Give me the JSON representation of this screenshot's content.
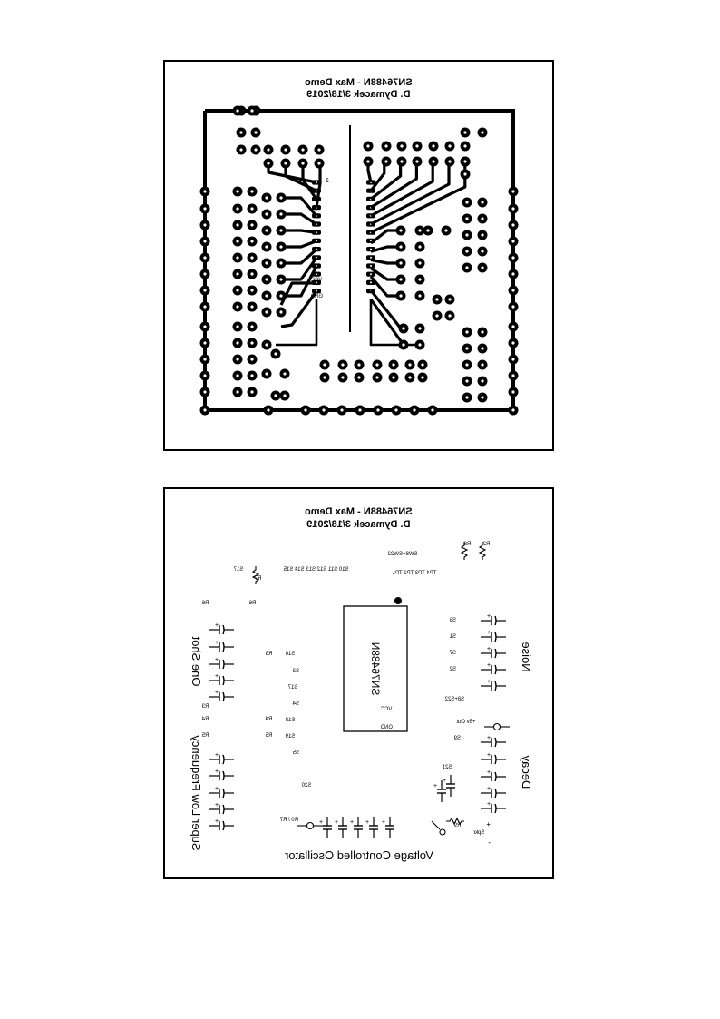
{
  "copper": {
    "title_line1": "SN76488N - Max Demo",
    "title_line2": "D. Dymacek 3/18/2019",
    "pin1_marker": "1",
    "vcc_label": "VCC",
    "gnd_label": "GND"
  },
  "silk": {
    "title_line1": "SN76488N - Max Demo",
    "title_line2": "D. Dymacek 3/18/2019",
    "chip_label": "SN76488N",
    "chip_vcc": "VCC",
    "chip_gnd": "GND",
    "group_one_shot": "One Shot",
    "group_super_low_freq": "Super Low Frequency",
    "group_vco": "Voltage Controlled Oscillator",
    "group_noise": "Noise",
    "group_decay": "Decay",
    "sw_label": "SW8+SW22",
    "tp_label": "TP4 TP3 TP2 TP1",
    "r_top1": "R8",
    "r_top2": "R2",
    "s_row_label": "S10  S11  S12  S13  S14  S15",
    "s17_top": "S17",
    "r7": "R7",
    "r6a": "R6",
    "r6b": "R6",
    "r3a": "R3",
    "r3b": "R3",
    "r4a": "R4",
    "r4b": "R4",
    "r5a": "R5",
    "r5b": "R5",
    "s16": "S16",
    "s3": "S3",
    "s17": "S17",
    "s4": "S4",
    "s18": "S18",
    "s19": "S19",
    "s5": "S5",
    "s20": "S20",
    "r0r7": "R0 / R7",
    "s6": "S6",
    "s1": "S1",
    "s7": "S7",
    "s2": "S2",
    "s8s22": "S8+S22",
    "out5v": "+5v Out",
    "s9": "S9",
    "s21": "S21",
    "r9": "R9",
    "spkr": "Spkr",
    "plus": "+",
    "minus": "-"
  }
}
